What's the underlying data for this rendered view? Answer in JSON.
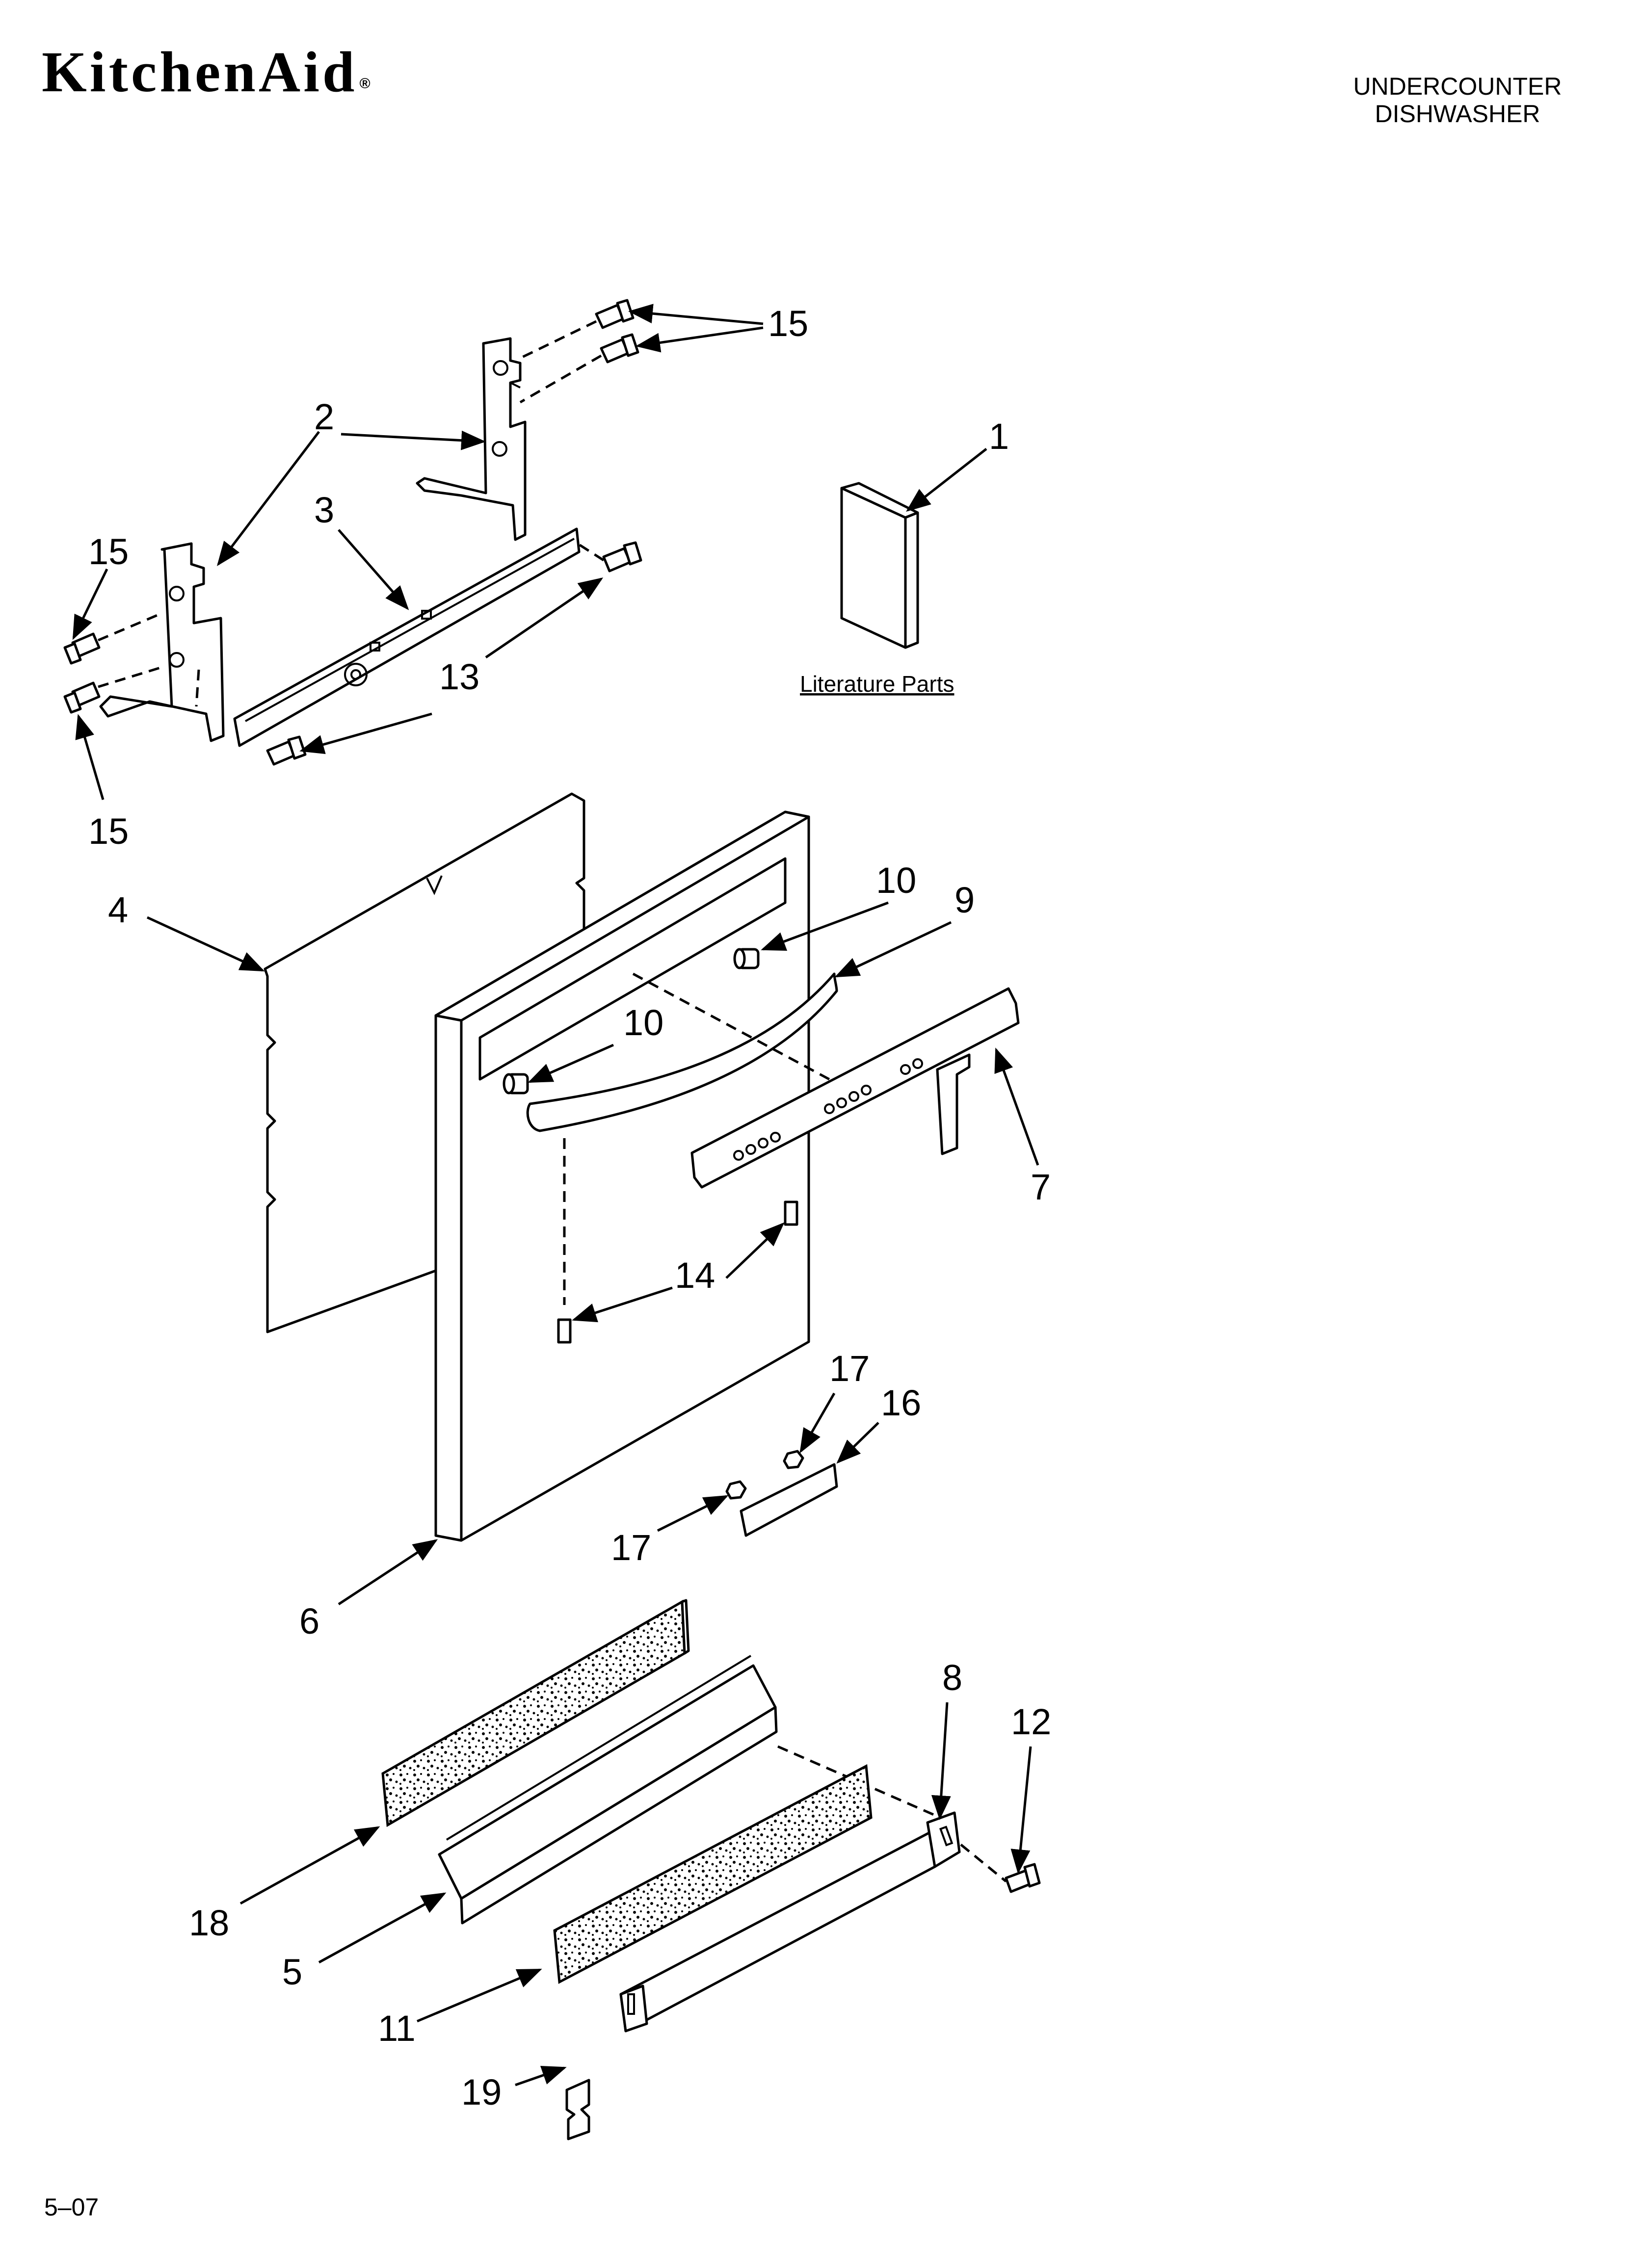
{
  "header": {
    "brand": "KitchenAid",
    "brand_mark": "®",
    "product_line1": "UNDERCOUNTER",
    "product_line2": "DISHWASHER"
  },
  "literature_label": "Literature Parts",
  "callouts": {
    "c1": "1",
    "c2": "2",
    "c3": "3",
    "c4": "4",
    "c5": "5",
    "c6": "6",
    "c7": "7",
    "c8": "8",
    "c9": "9",
    "c10a": "10",
    "c10b": "10",
    "c11": "11",
    "c12": "12",
    "c13": "13",
    "c14": "14",
    "c15a": "15",
    "c15b": "15",
    "c15c": "15",
    "c16": "16",
    "c17a": "17",
    "c17b": "17",
    "c18": "18",
    "c19": "19"
  },
  "footer": {
    "code": "5–07"
  }
}
